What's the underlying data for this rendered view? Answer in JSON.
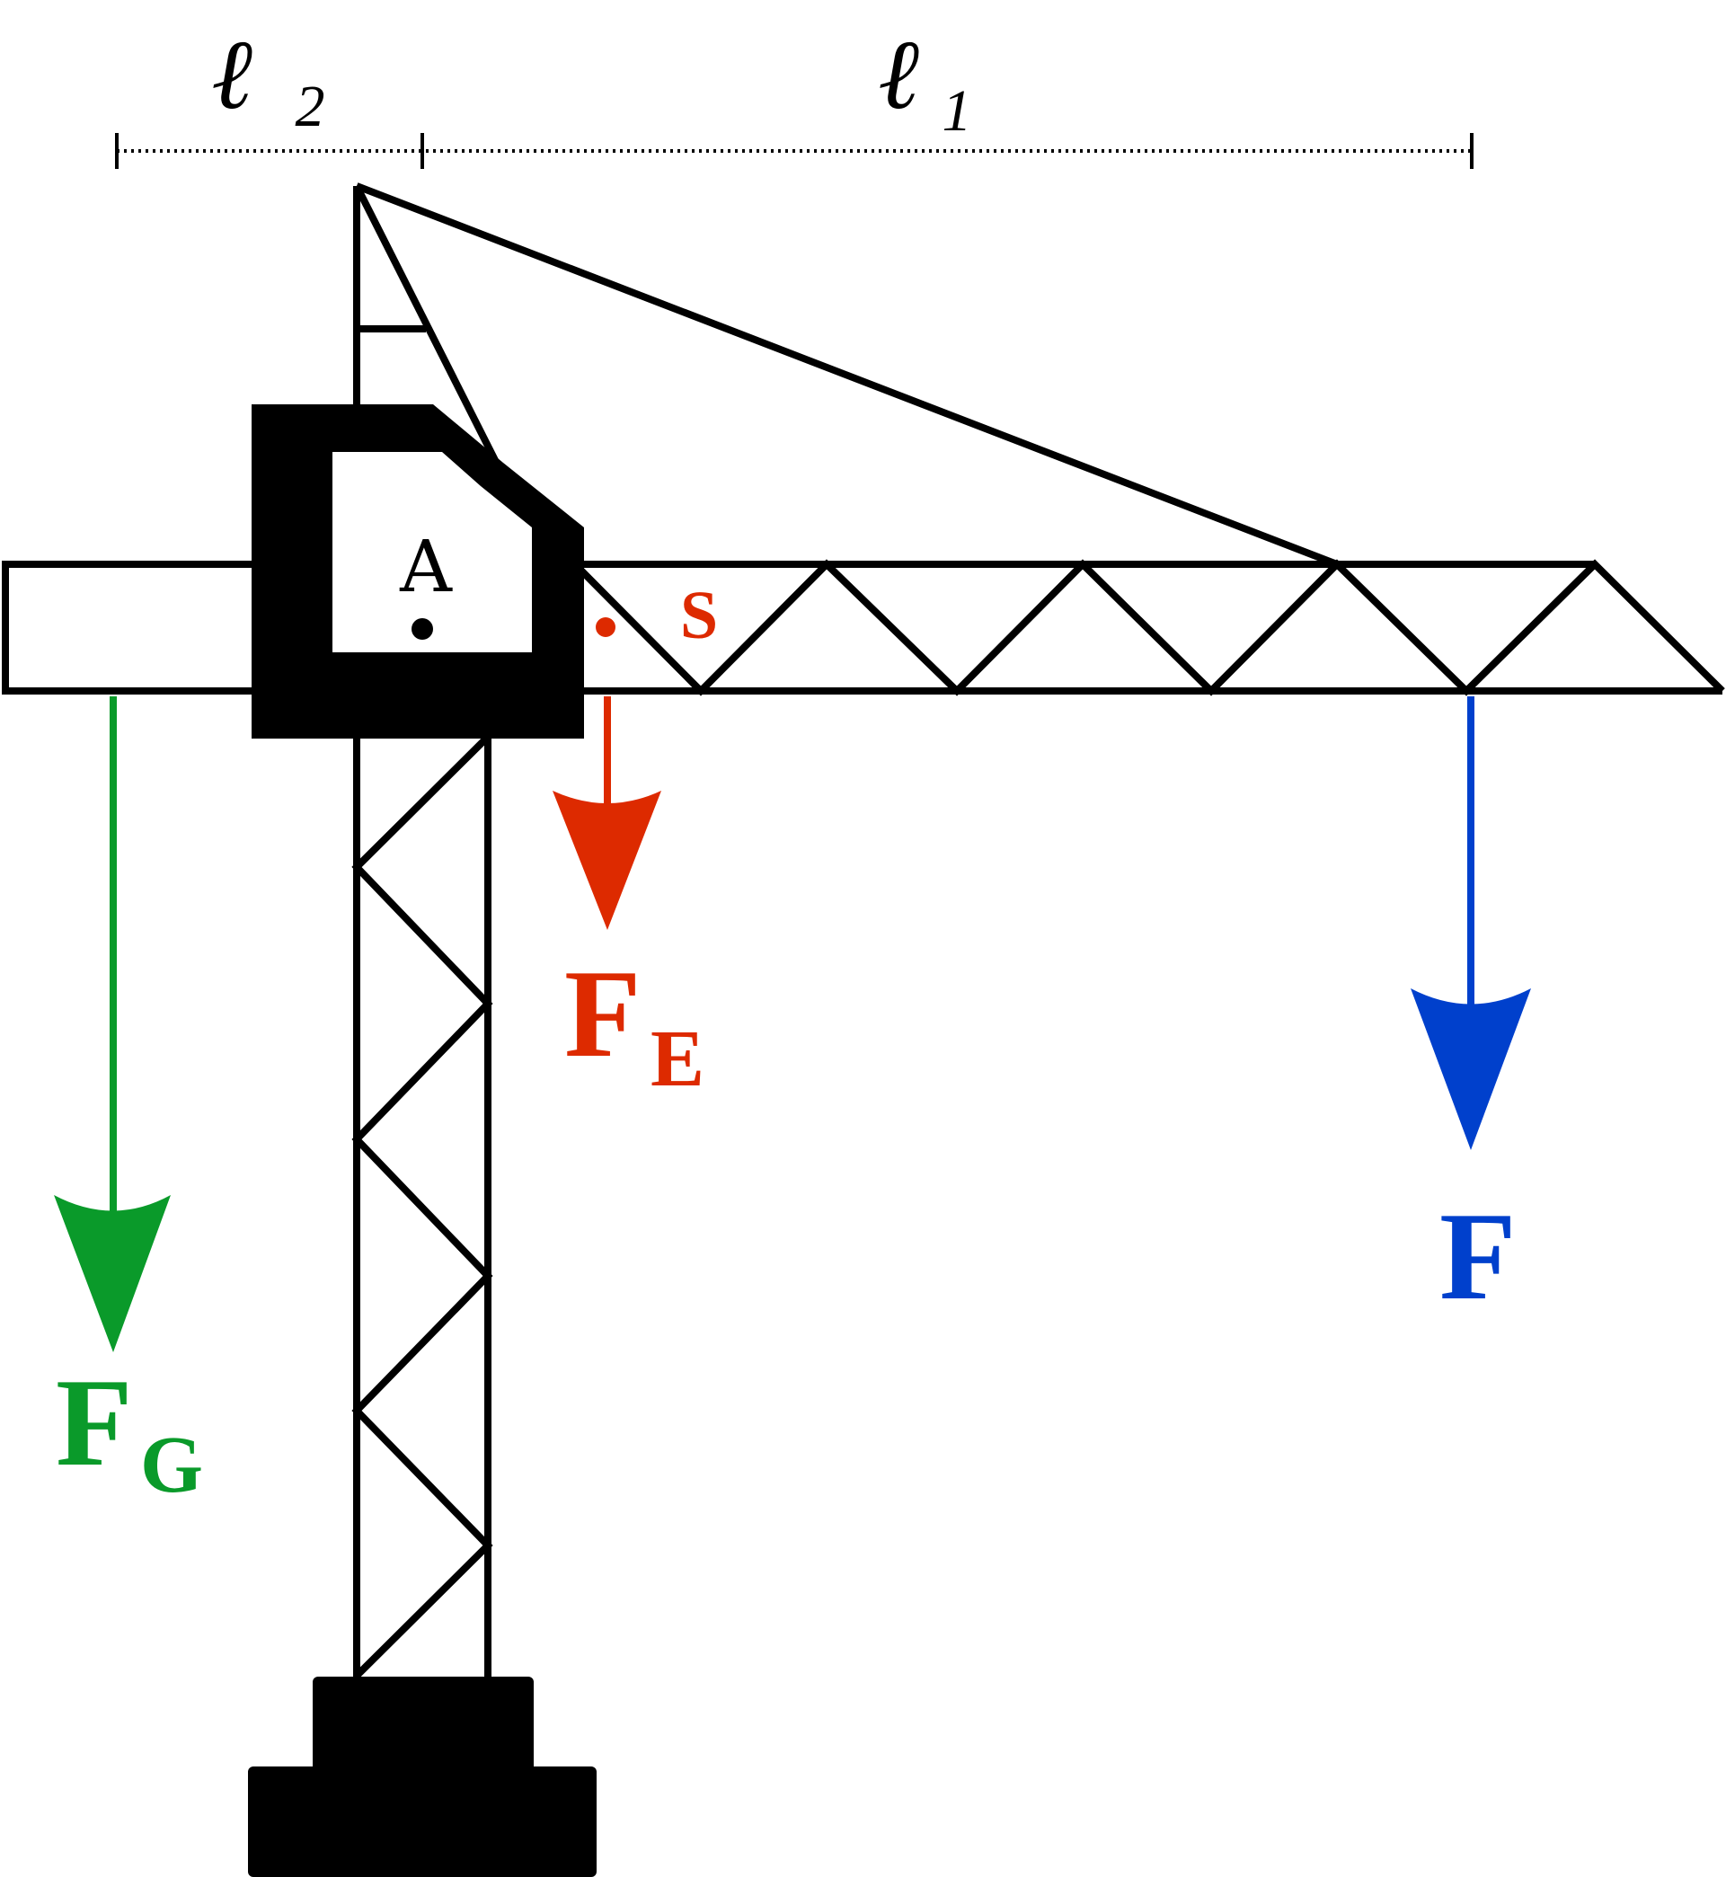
{
  "dimensions": {
    "l2": {
      "main": "ℓ",
      "sub": "2"
    },
    "l1": {
      "main": "ℓ",
      "sub": "1"
    }
  },
  "points": {
    "pivot": "A",
    "center_of_mass": "S"
  },
  "forces": {
    "counterweight": {
      "main": "F",
      "sub": "G",
      "color": "#0a9a2a"
    },
    "crane_weight": {
      "main": "F",
      "sub": "E",
      "color": "#dd2a00"
    },
    "load": {
      "main": "F",
      "sub": "",
      "color": "#0040cc"
    }
  },
  "colors": {
    "structure": "#000000",
    "background": "#ffffff"
  }
}
